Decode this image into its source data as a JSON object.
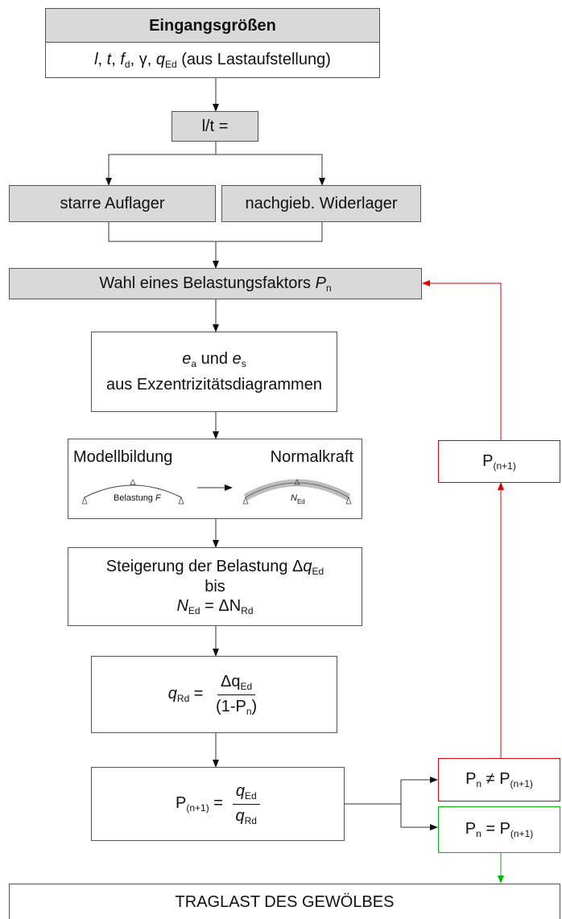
{
  "input": {
    "title": "Eingangsgrößen",
    "vars": [
      "l",
      "t",
      "f",
      "d",
      "γ",
      "q",
      "Ed"
    ],
    "note": "(aus Lastaufstellung)"
  },
  "ratio": "l/t =",
  "support": {
    "rigid": "starre Auflager",
    "flexible": "nachgieb. Widerlager"
  },
  "choose": {
    "text": "Wahl eines Belastungsfaktors",
    "sym": "P",
    "sub": "n"
  },
  "ecc": {
    "e_a": "e",
    "a": "a",
    "und": "und",
    "e_s": "e",
    "s": "s",
    "line2": "aus Exzentrizitätsdiagrammen"
  },
  "model": {
    "left": "Modellbildung",
    "right": "Normalkraft",
    "load_label": "Belastung",
    "load_sym": "F",
    "n_sym": "N",
    "n_sub": "Ed"
  },
  "increase": {
    "line1": "Steigerung der Belastung Δ",
    "q": "q",
    "q_sub": "Ed",
    "line2": "bis",
    "n": "N",
    "n_sub": "Ed",
    "eq": "= ΔN",
    "rd": "Rd"
  },
  "qrd": {
    "q": "q",
    "q_sub": "Rd",
    "num": "Δq",
    "num_sub": "Ed",
    "den": "(1-P",
    "den_sub": "n",
    "den_end": ")"
  },
  "pnext": {
    "p": "P",
    "p_sub": "(n+1)",
    "num": "q",
    "num_sub": "Ed",
    "den": "q",
    "den_sub": "Rd"
  },
  "neq": {
    "p": "P",
    "p_sub": "n",
    "op": "≠ P",
    "sub2": "(n+1)"
  },
  "eq": {
    "p": "P",
    "p_sub": "n",
    "op": "= P",
    "sub2": "(n+1)"
  },
  "feedback": {
    "p": "P",
    "sub": "(n+1)"
  },
  "result": "TRAGLAST DES GEWÖLBES",
  "colors": {
    "grey": "#d9d9d9",
    "red": "#e00000",
    "green": "#00bb00",
    "line": "#333333"
  }
}
